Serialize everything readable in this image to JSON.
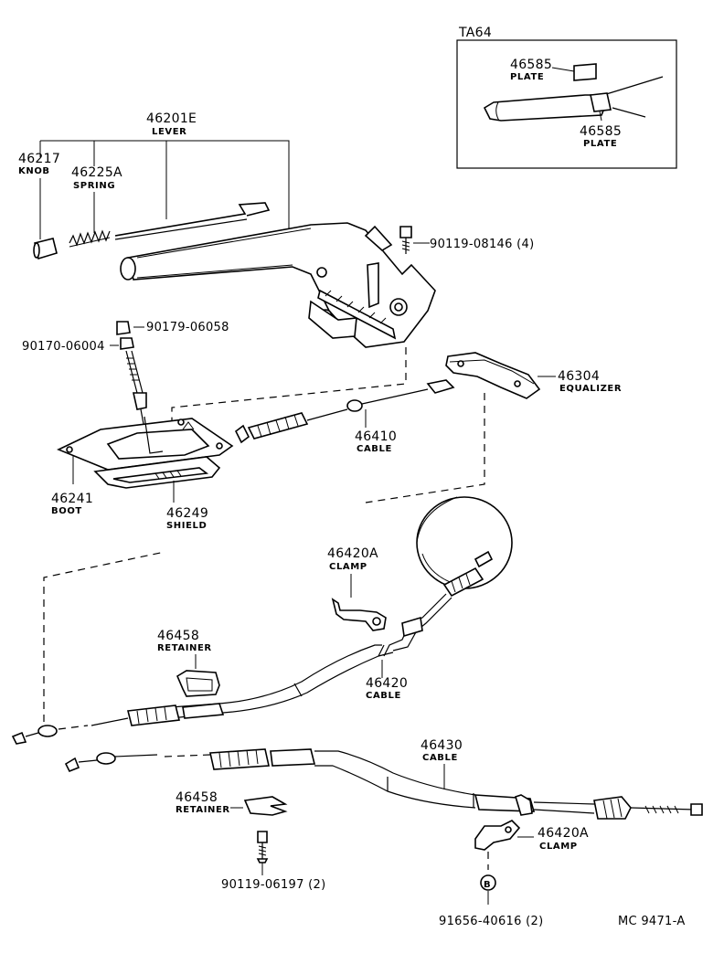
{
  "inset": {
    "title": "TA64",
    "plate_upper": {
      "number": "46585",
      "name": "PLATE"
    },
    "plate_lower": {
      "number": "46585",
      "name": "PLATE"
    }
  },
  "parts": {
    "lever": {
      "number": "46201E",
      "name": "LEVER"
    },
    "knob": {
      "number": "46217",
      "name": "KNOB"
    },
    "spring": {
      "number": "46225A",
      "name": "SPRING"
    },
    "bolt_lever": {
      "code": "90119-08146 (4)"
    },
    "nut_a": {
      "code": "90179-06058"
    },
    "nut_b": {
      "code": "90170-06004"
    },
    "equalizer": {
      "number": "46304",
      "name": "EQUALIZER"
    },
    "front_cable": {
      "number": "46410",
      "name": "CABLE"
    },
    "boot": {
      "number": "46241",
      "name": "BOOT"
    },
    "shield": {
      "number": "46249",
      "name": "SHIELD"
    },
    "clamp_upper": {
      "number": "46420A",
      "name": "CLAMP"
    },
    "retainer_upper": {
      "number": "46458",
      "name": "RETAINER"
    },
    "cable_rh": {
      "number": "46420",
      "name": "CABLE"
    },
    "cable_lh": {
      "number": "46430",
      "name": "CABLE"
    },
    "retainer_lower": {
      "number": "46458",
      "name": "RETAINER"
    },
    "clamp_lower": {
      "number": "46420A",
      "name": "CLAMP"
    },
    "bolt_retainer": {
      "code": "90119-06197 (2)"
    },
    "bolt_clamp": {
      "code": "91656-40616 (2)",
      "marker": "B"
    }
  },
  "diagram_code": "MC 9471-A"
}
